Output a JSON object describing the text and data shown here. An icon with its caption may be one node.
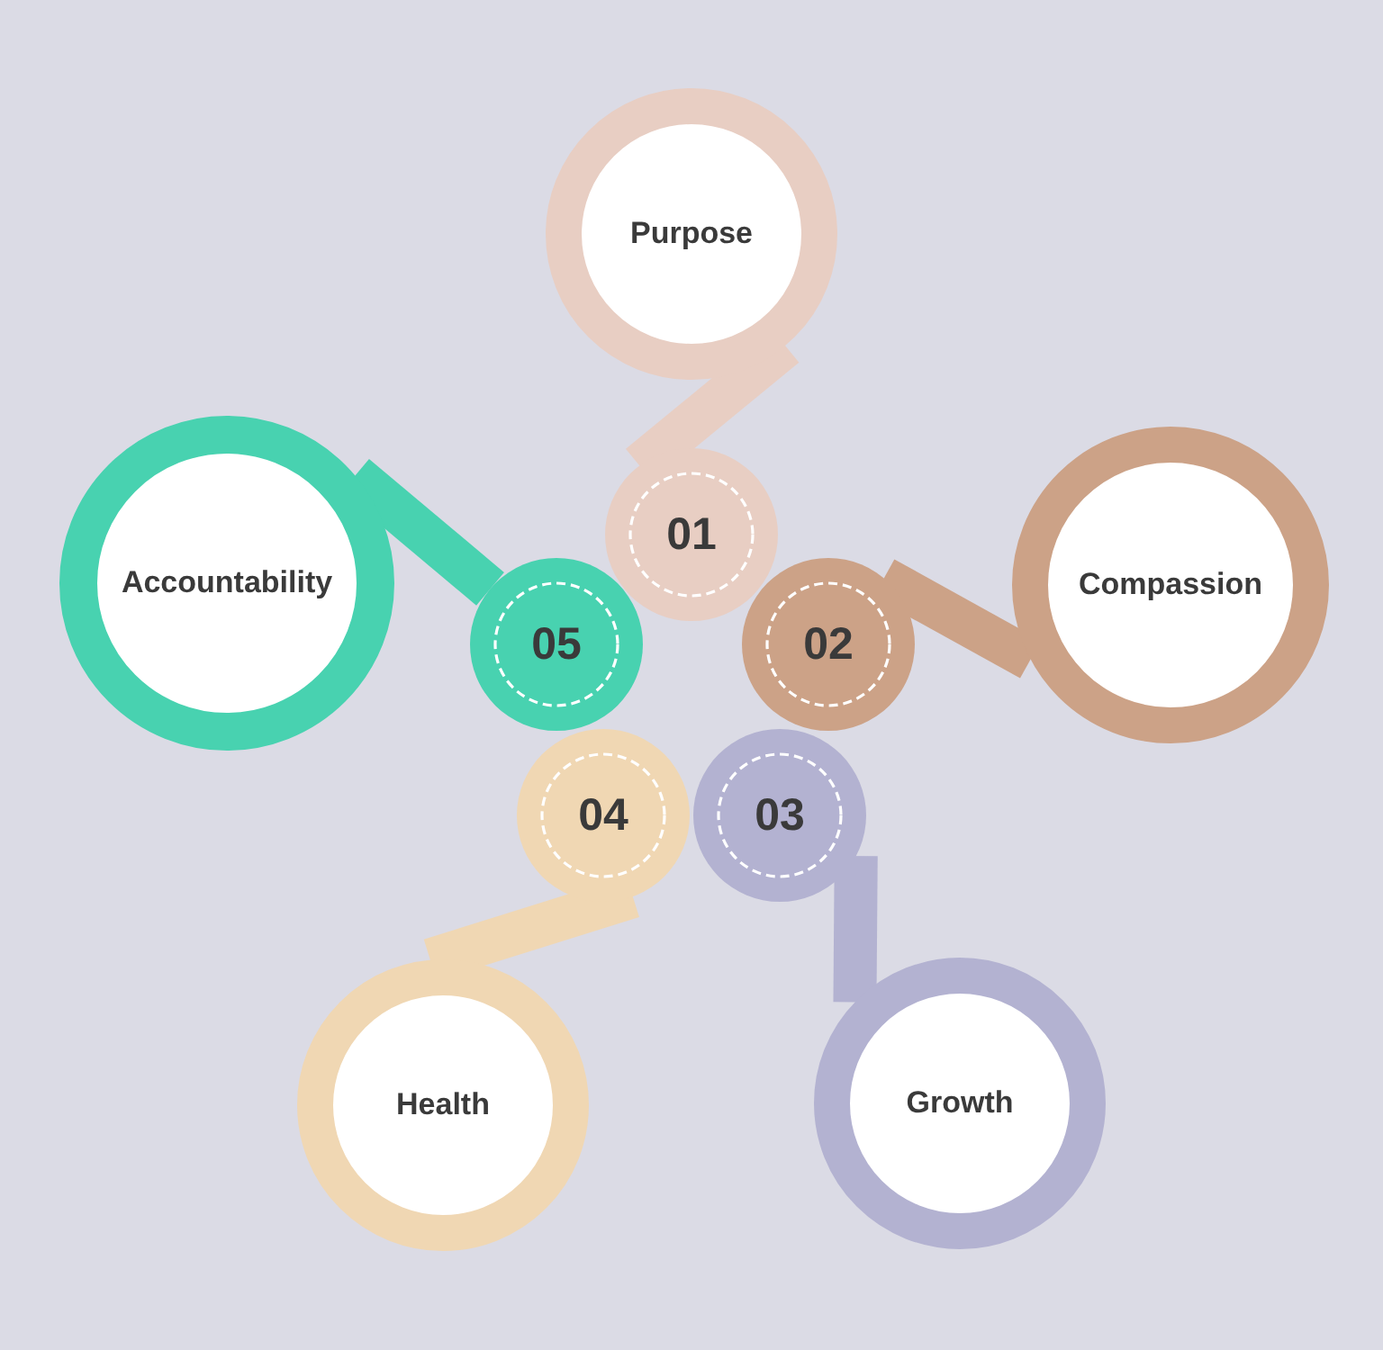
{
  "diagram": {
    "nodes": [
      {
        "text": [
          "01"
        ]
      },
      {
        "text": [
          "Purpose"
        ]
      },
      {
        "text": [
          "02"
        ]
      },
      {
        "text": [
          "Compassion"
        ]
      },
      {
        "text": [
          "03"
        ]
      },
      {
        "text": [
          "Growth"
        ]
      },
      {
        "text": [
          "04"
        ]
      },
      {
        "text": [
          "Health"
        ]
      },
      {
        "text": [
          "05"
        ]
      },
      {
        "text": [
          "Accountability"
        ]
      }
    ],
    "edges": [
      {
        "from": 0,
        "to": 1,
        "arrow": "none",
        "color": "#e8cec3"
      },
      {
        "from": 2,
        "to": 3,
        "arrow": "none",
        "color": "#cca287"
      },
      {
        "from": 4,
        "to": 5,
        "arrow": "none",
        "color": "#b3b2d1"
      },
      {
        "from": 6,
        "to": 7,
        "arrow": "none",
        "color": "#f0d7b3"
      },
      {
        "from": 8,
        "to": 9,
        "arrow": "none",
        "color": "#48d2b0"
      }
    ]
  }
}
